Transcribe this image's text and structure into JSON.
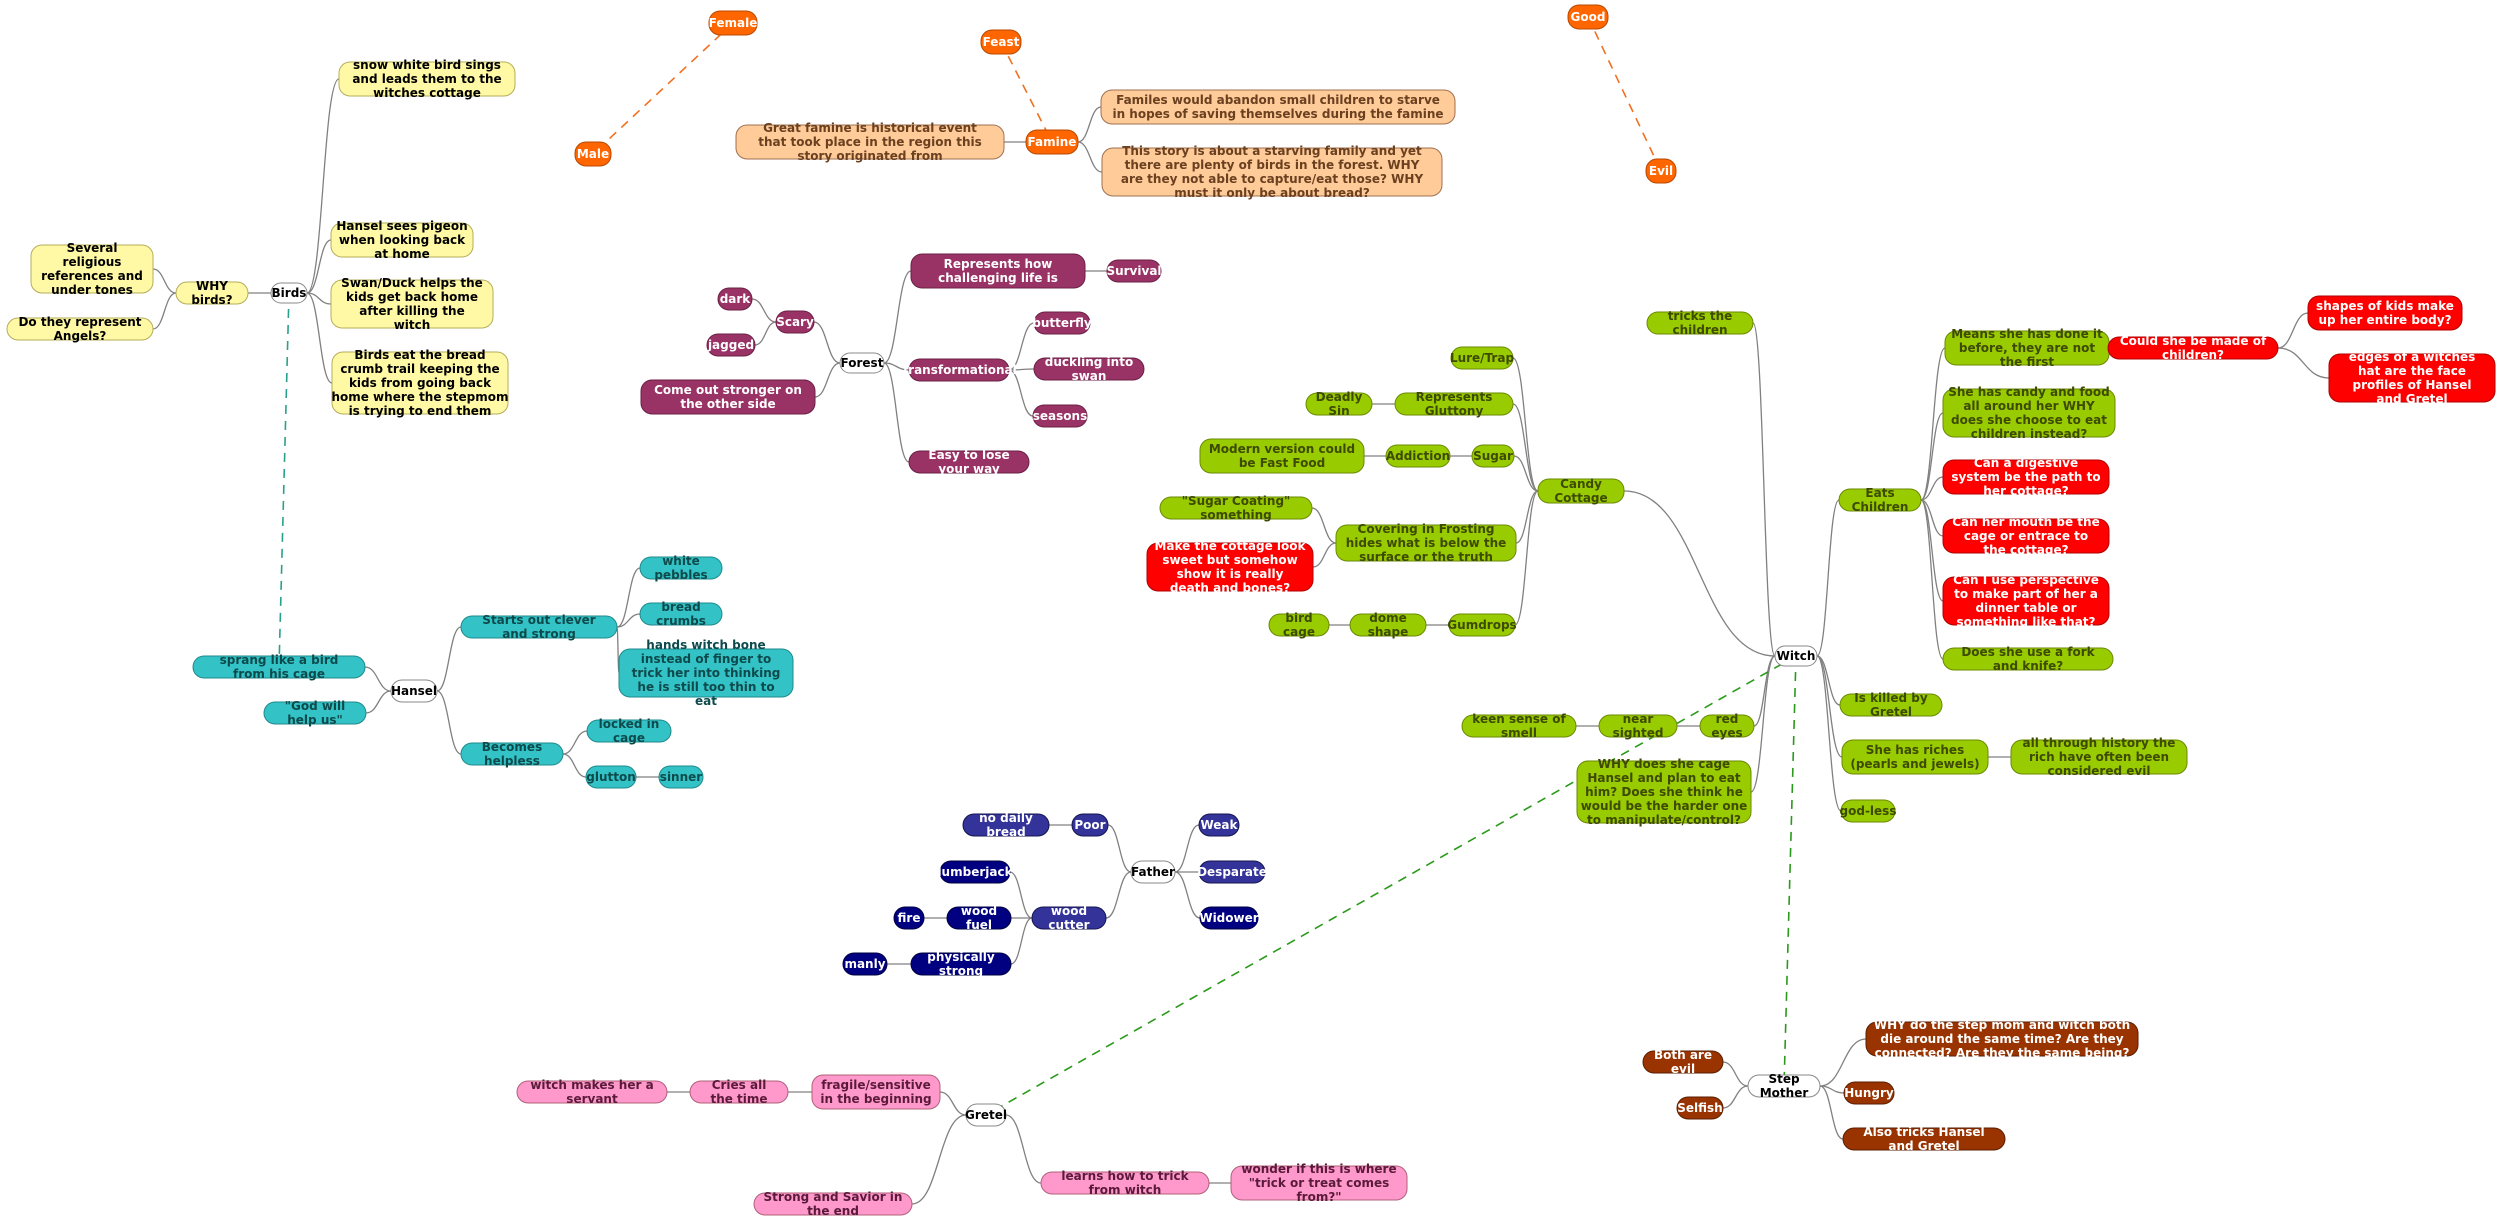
{
  "colors": {
    "birds": "#fff9a6",
    "birds_border": "#b5ad5a",
    "forest": "#993366",
    "hansel": "#33c3c6",
    "famine": "#ffcc99",
    "famine_dark": "#ff6600",
    "witch": "#99cc00",
    "witch_red": "#ff0000",
    "father": "#333399",
    "father_dark": "#000080",
    "gretel": "#ff99cc",
    "stepmother": "#993300",
    "link_orange": "#f07020",
    "link_teal": "#2aa08a",
    "link_green": "#2a9a1a"
  },
  "nodes": {
    "witch": "Witch",
    "tricks": "tricks the children",
    "candy": "Candy Cottage",
    "lure": "Lure/Trap",
    "glut": "Represents Gluttony",
    "deadly": "Deadly Sin",
    "sugar": "Sugar",
    "addiction": "Addiction",
    "fastfood": "Modern version could be Fast Food",
    "frosting": "Covering in Frosting hides what is below the surface or the truth",
    "sugarcoat": "\"Sugar Coating\" something",
    "sweet": "Make the cottage look sweet but somehow show it is really death and bones?",
    "gumdrops": "Gumdrops",
    "dome": "dome shape",
    "birdcage": "bird cage",
    "eats": "Eats Children",
    "means": "Means she has done it before, they are not the first",
    "children": "Could she be made of children?",
    "kidshape": "shapes of kids make up her entire body?",
    "hatedges": "edges of a witches hat are the face profiles of Hansel and Gretel",
    "candyfood": "She has candy and food all around her WHY does she choose to eat children instead?",
    "digest": "Can a digestive system be the path to her cottage?",
    "mouth": "Can her mouth be the cage or entrace to the cottage?",
    "table": "Can I use perspective to make part of her a dinner table or something like that?",
    "fork": "Does she use a fork and knife?",
    "killed": "Is killed by Gretel",
    "riches": "She has riches (pearls and jewels)",
    "richevil": "all through history the rich have often been considered evil",
    "godless": "god-less",
    "redeyes": "red eyes",
    "near": "near sighted",
    "smell": "keen sense of smell",
    "whycage": "WHY does she cage Hansel and plan to eat him?  Does she think he would be the harder one to manipulate/control?",
    "good": "Good",
    "evil": "Evil",
    "famine": "Famine",
    "feast": "Feast",
    "greatfamine": "Great famine is historical event that took place in the region this story originated from",
    "families": "Familes would abandon small children to starve in hopes of saving themselves during the famine",
    "starving": "This story is about a starving family and yet there are plenty of birds in the forest.  WHY are they not able to capture/eat those? WHY must it only be about bread?",
    "female": "Female",
    "male": "Male",
    "birds": "Birds",
    "whybirds": "WHY birds?",
    "religious": "Several religious references and under tones",
    "angels": "Do they represent Angels?",
    "snow": "snow white bird sings and leads them to the witches cottage",
    "pigeon": "Hansel sees pigeon when looking back at home",
    "swan": "Swan/Duck helps the kids get back home after killing the witch",
    "crumbs": "Birds eat the bread crumb trail keeping the kids from going back home where the stepmom is trying to end them",
    "forest": "Forest",
    "challenging": "Represents how challenging life is",
    "survival": "Survival",
    "scary": "Scary",
    "dark": "dark",
    "jagged": "jagged",
    "stronger": "Come out stronger on the other side",
    "transform": "Transformational",
    "butterfly": "butterfly",
    "duckling": "duckling into swan",
    "seasons": "seasons",
    "lose": "Easy to lose your way",
    "hansel": "Hansel",
    "sprang": "sprang like a bird from his cage",
    "godwill": "\"God will help us\"",
    "clever": "Starts out clever and strong",
    "pebbles": "white pebbles",
    "breadcrumbs": "bread crumbs",
    "bone": "hands witch bone instead of finger to trick her into thinking he is still too thin to eat",
    "helpless": "Becomes helpless",
    "locked": "locked in cage",
    "glutton": "glutton",
    "sinner": "sinner",
    "father": "Father",
    "poor": "Poor",
    "nobread": "no daily bread",
    "weak": "Weak",
    "desparate": "Desparate",
    "widower": "Widower",
    "woodcutter": "wood cutter",
    "lumberjack": "lumberjack",
    "woodfuel": "wood fuel",
    "fire": "fire",
    "strong": "physically strong",
    "manly": "manly",
    "gretel": "Gretel",
    "fragile": "fragile/sensitive in the beginning",
    "cries": "Cries all the time",
    "servant": "witch makes her a servant",
    "learns": "learns how to trick from witch",
    "trickortreat": "wonder if this is where \"trick or treat comes from?\"",
    "savior": "Strong and Savior in the end",
    "stepmother": "Step Mother",
    "whysame": "WHY do the step mom and witch both die around the same time?  Are they connected? Are they the same being?",
    "hungry": "Hungry",
    "alsotricks": "Also tricks Hansel and Gretel",
    "bothevil": "Both  are evil",
    "selfish": "Selfish"
  }
}
